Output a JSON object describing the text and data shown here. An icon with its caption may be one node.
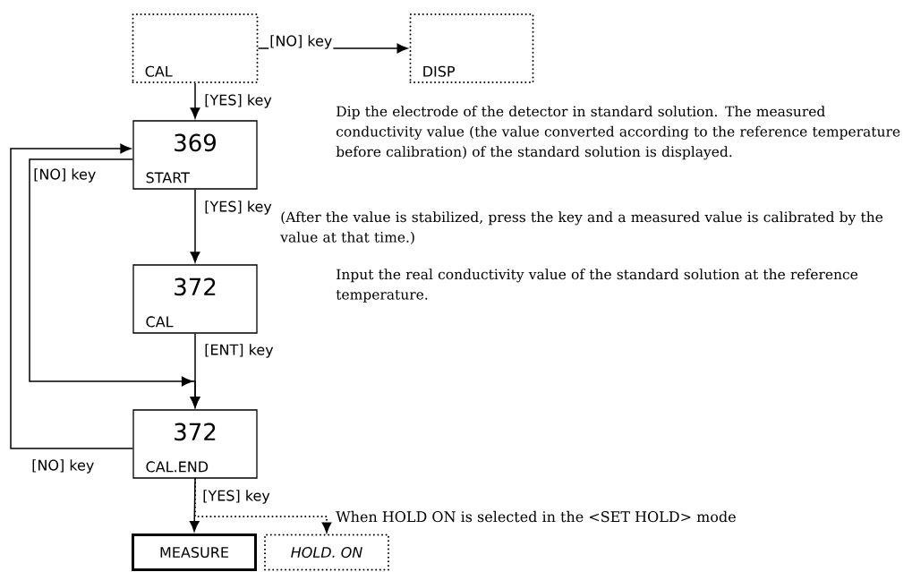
{
  "diagram": {
    "nodes": [
      {
        "text": [
          "CAL"
        ]
      },
      {
        "text": [
          "DISP"
        ]
      },
      {
        "text": [
          "369",
          "START"
        ]
      },
      {
        "text": [
          "372",
          "CAL"
        ]
      },
      {
        "text": [
          "372",
          "CAL.END"
        ]
      },
      {
        "text": [
          "MEASURE"
        ]
      },
      {
        "text": [
          "HOLD. ON"
        ]
      }
    ],
    "edges": [
      {
        "from": 0,
        "to": 1,
        "arrow": "to",
        "label": "[NO] key"
      },
      {
        "from": 0,
        "to": 2,
        "arrow": "to",
        "label": "[YES] key"
      },
      {
        "from": 2,
        "to": 3,
        "arrow": "to",
        "label": "[YES] key"
      },
      {
        "from": 3,
        "to": 4,
        "arrow": "to",
        "label": "[ENT] key"
      },
      {
        "from": 2,
        "to": 4,
        "arrow": "to",
        "label": "[NO] key"
      },
      {
        "from": 4,
        "to": 2,
        "arrow": "to",
        "label": "[NO] key"
      },
      {
        "from": 4,
        "to": 5,
        "arrow": "to",
        "label": "[YES] key"
      },
      {
        "from": 4,
        "to": 6,
        "arrow": "to",
        "style": "dashed",
        "label": "When HOLD ON is selected in the <SET HOLD> mode"
      }
    ],
    "labels": [
      "Dip the electrode of the detector in standard solution.  The measured conductivity value (the value converted according to the reference temperature before calibration) of the standard solution is displayed.",
      "(After the value is stabilized, press the key and a measured value is calibrated by the value at that time.)",
      "Input the real conductivity value of the standard solution at the reference temperature."
    ]
  }
}
